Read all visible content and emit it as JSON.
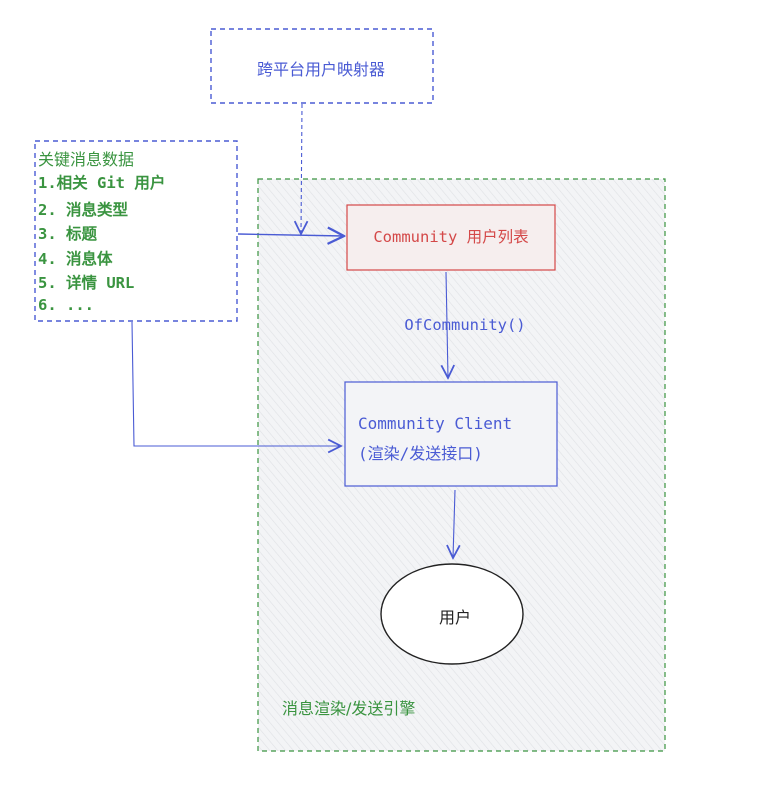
{
  "diagram": {
    "mapper": {
      "label": "跨平台用户映射器"
    },
    "key_data": {
      "title": "关键消息数据",
      "items": [
        "1.相关 Git 用户",
        "2. 消息类型",
        "3. 标题",
        "4. 消息体",
        "5. 详情 URL",
        "6. ..."
      ]
    },
    "community_list": {
      "label": "Community 用户列表"
    },
    "edge_of_community": {
      "label": "OfCommunity()"
    },
    "community_client": {
      "line1": "Community Client",
      "line2": "(渲染/发送接口)"
    },
    "user": {
      "label": "用户"
    },
    "engine": {
      "label": "消息渲染/发送引擎"
    }
  },
  "colors": {
    "blue": "#4a5bd4",
    "green": "#3a9440",
    "red": "#d44848",
    "engine_bg": "#f1f2f4",
    "ink": "#222222"
  }
}
